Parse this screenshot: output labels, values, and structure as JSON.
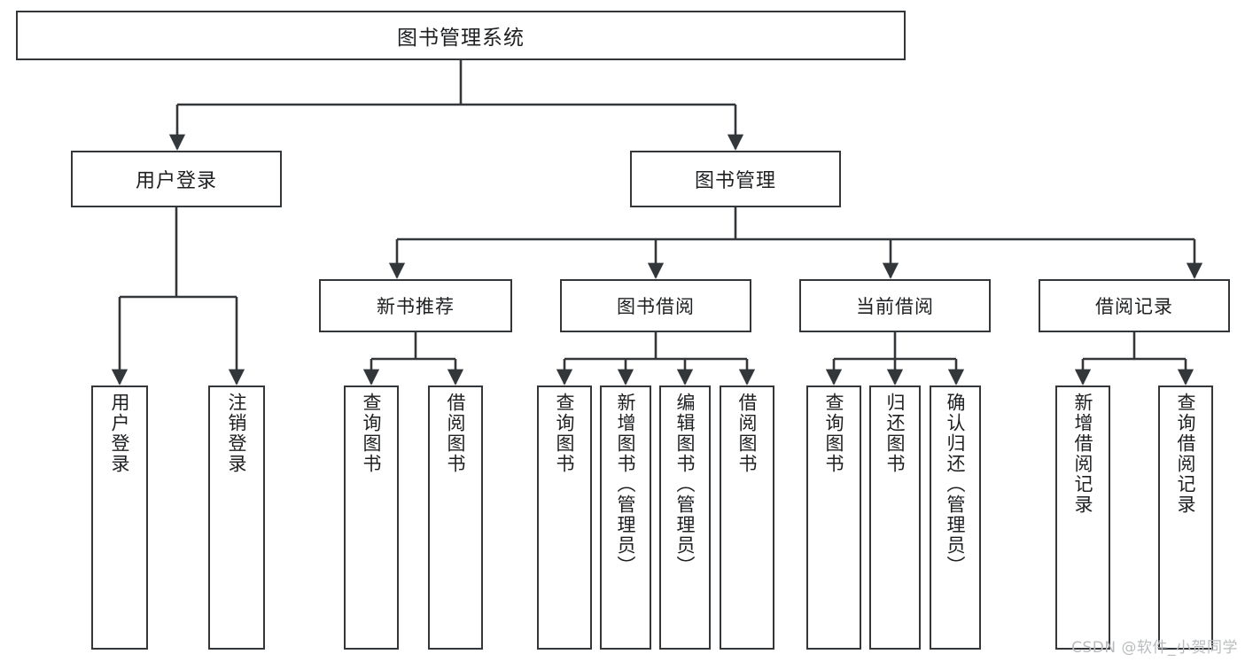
{
  "diagram": {
    "title": "图书管理系统",
    "line_color": "#33373a",
    "box_border_color": "#33373a",
    "box_fill_color": "#ffffff",
    "text_color": "#1d1f21",
    "background": "#ffffff"
  },
  "root": {
    "label": "图书管理系统"
  },
  "level2": [
    {
      "label": "用户登录"
    },
    {
      "label": "图书管理"
    }
  ],
  "level3": [
    {
      "label": "新书推荐"
    },
    {
      "label": "图书借阅"
    },
    {
      "label": "当前借阅"
    },
    {
      "label": "借阅记录"
    }
  ],
  "leaves": {
    "user_login": [
      {
        "label": "用户登录"
      },
      {
        "label": "注销登录"
      }
    ],
    "new_book_recommend": [
      {
        "label": "查询图书"
      },
      {
        "label": "借阅图书"
      }
    ],
    "book_borrow": [
      {
        "label": "查询图书"
      },
      {
        "label": "新增图书（管理员）"
      },
      {
        "label": "编辑图书（管理员）"
      },
      {
        "label": "借阅图书"
      }
    ],
    "current_borrow": [
      {
        "label": "查询图书"
      },
      {
        "label": "归还图书"
      },
      {
        "label": "确认归还（管理员）"
      }
    ],
    "borrow_record": [
      {
        "label": "新增借阅记录"
      },
      {
        "label": "查询借阅记录"
      }
    ]
  },
  "watermark": {
    "text": "CSDN @软件_小贺同学"
  }
}
